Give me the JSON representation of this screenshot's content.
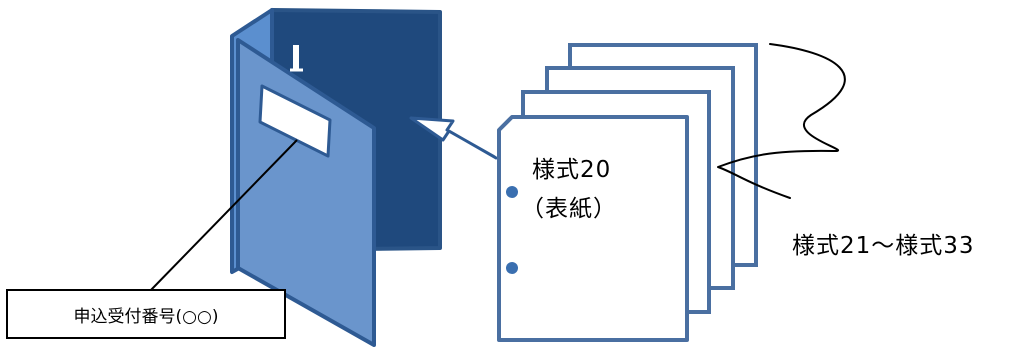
{
  "labels": {
    "cover_title": "様式20",
    "cover_subtitle": "（表紙）",
    "forms_range": "様式21～様式33",
    "receipt_number": "申込受付番号(○○)"
  },
  "colors": {
    "folder_back": "#1f497d",
    "folder_front": "#4f81bd",
    "outline": "#254061",
    "paper": "#ffffff",
    "hole": "#3a6fb0",
    "text": "#000000"
  }
}
